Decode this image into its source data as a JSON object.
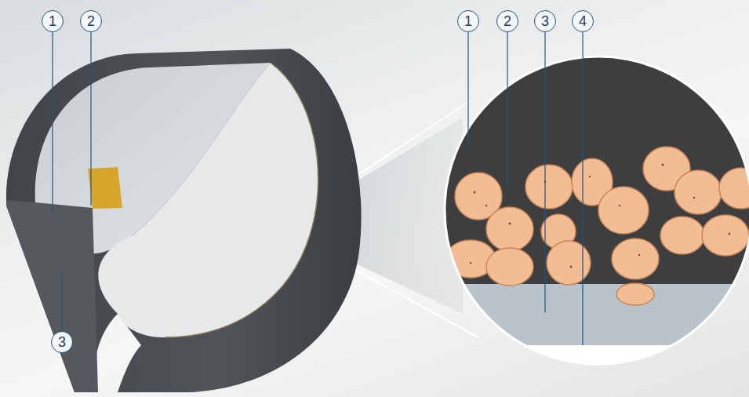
{
  "diagram": {
    "labels": [
      "1",
      "2",
      "3",
      "1",
      "2",
      "3",
      "4"
    ]
  }
}
